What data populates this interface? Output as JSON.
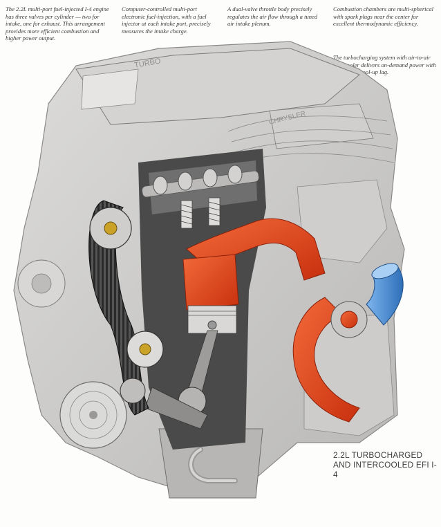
{
  "captions": {
    "valves": "The 2.2L multi-port fuel-injected I-4 engine has three valves per cylinder — two for intake, one for exhaust. This arrangement provides more efficient combustion and higher power output.",
    "injection": "Computer-controlled multi-port electronic fuel-injection, with a fuel injector at each intake port, precisely measures the intake charge.",
    "throttle": "A dual-valve throttle body precisely regulates the air flow through a tuned air intake plenum.",
    "chambers": "Combustion chambers are multi-spherical with spark plugs near the center for excellent thermodynamic efficiency.",
    "turbo": "The turbocharging system with air-to-air intercooler delivers on-demand power with very little spool-up lag."
  },
  "title": "2.2L TURBOCHARGED\nAND INTERCOOLED EFI I-4",
  "engine_lettering": {
    "cover": "TURBO",
    "plenum": "CHRYSLER"
  },
  "colors": {
    "engine_gray": "#c9c8c6",
    "engine_shadow": "#8a8988",
    "intake_red": "#e8401c",
    "turbo_blue": "#4a8fd8",
    "belt_black": "#2a2a2a"
  }
}
